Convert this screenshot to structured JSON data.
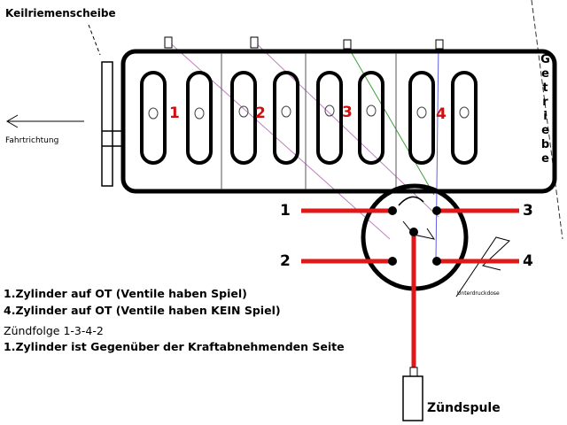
{
  "labels": {
    "pulley": "Keilriemenscheibe",
    "direction": "Fahrtrichtung",
    "gearbox": "Getriebe",
    "coil": "Zündspule",
    "vacuum": "Unterdruckdose"
  },
  "cylinders": [
    "1",
    "2",
    "3",
    "4"
  ],
  "terminals": {
    "t1": "1",
    "t2": "2",
    "t3": "3",
    "t4": "4"
  },
  "notes": [
    "1.Zylinder auf OT (Ventile haben Spiel)",
    "4.Zylinder auf OT (Ventile haben KEIN Spiel)",
    "Zündfolge 1-3-4-2",
    "1.Zylinder ist Gegenüber der Kraftabnehmenden Seite"
  ],
  "colors": {
    "wire": "#e01818",
    "outline": "#000000",
    "cylinder_number": "#d01010"
  }
}
